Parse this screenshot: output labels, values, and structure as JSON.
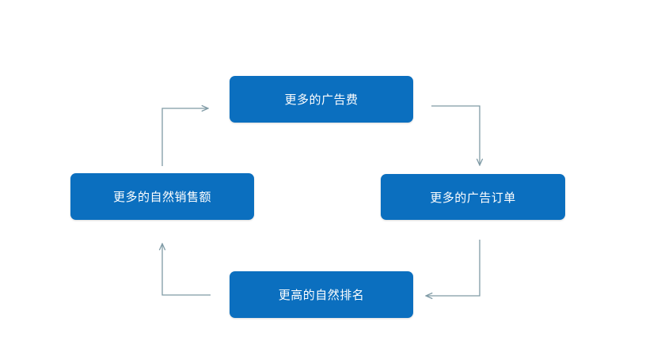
{
  "diagram": {
    "nodes": [
      {
        "id": "top",
        "label": "更多的广告费"
      },
      {
        "id": "right",
        "label": "更多的广告订单"
      },
      {
        "id": "bottom",
        "label": "更高的自然排名"
      },
      {
        "id": "left",
        "label": "更多的自然销售额"
      }
    ],
    "edges": [
      {
        "from": "top",
        "to": "right"
      },
      {
        "from": "right",
        "to": "bottom"
      },
      {
        "from": "bottom",
        "to": "left"
      },
      {
        "from": "left",
        "to": "top"
      }
    ],
    "colors": {
      "node_fill": "#0b6fbf",
      "node_text": "#ffffff",
      "arrow": "#7f9aa5",
      "background": "#ffffff"
    }
  }
}
